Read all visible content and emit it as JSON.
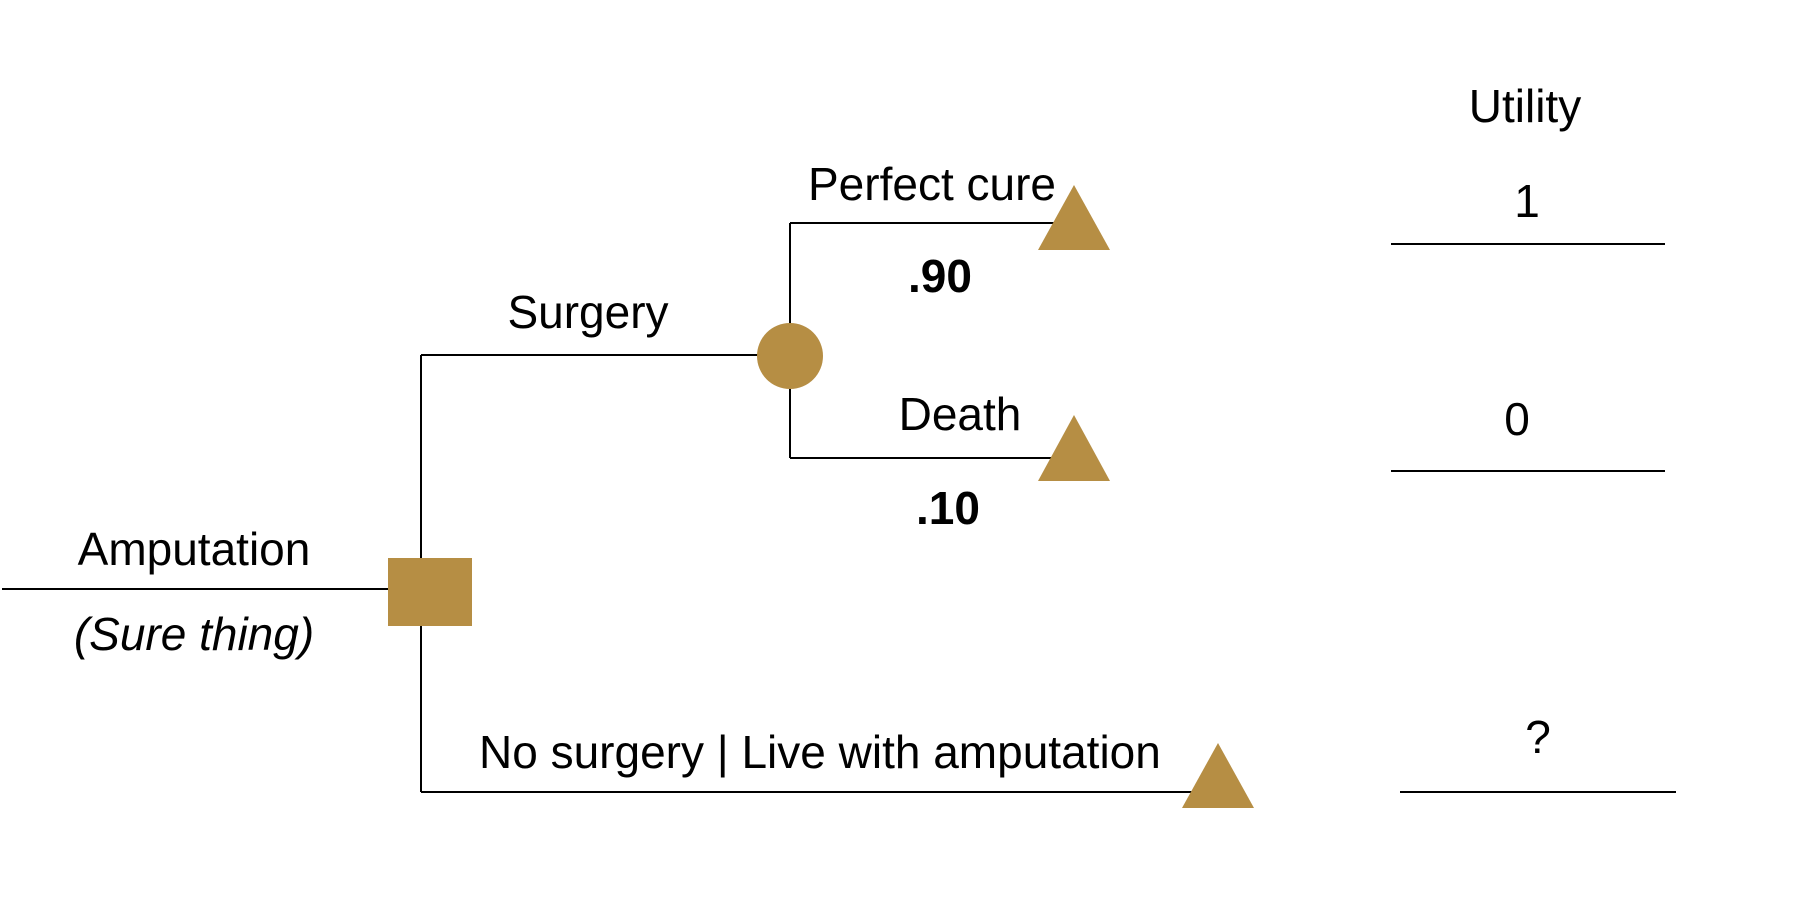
{
  "colors": {
    "node": "#B68E44",
    "line": "#000000",
    "question": "#E0302A"
  },
  "header": {
    "utility_label": "Utility"
  },
  "root": {
    "label": "Amputation",
    "sublabel": "(Sure thing)",
    "node_type": "decision"
  },
  "branches": {
    "surgery": {
      "label": "Surgery",
      "node_type": "chance",
      "outcomes": {
        "cure": {
          "label": "Perfect cure",
          "probability": ".90",
          "utility": "1"
        },
        "death": {
          "label": "Death",
          "probability": ".10",
          "utility": "0"
        }
      }
    },
    "no_surgery": {
      "label": "No surgery | Live with amputation",
      "utility": "?"
    }
  }
}
